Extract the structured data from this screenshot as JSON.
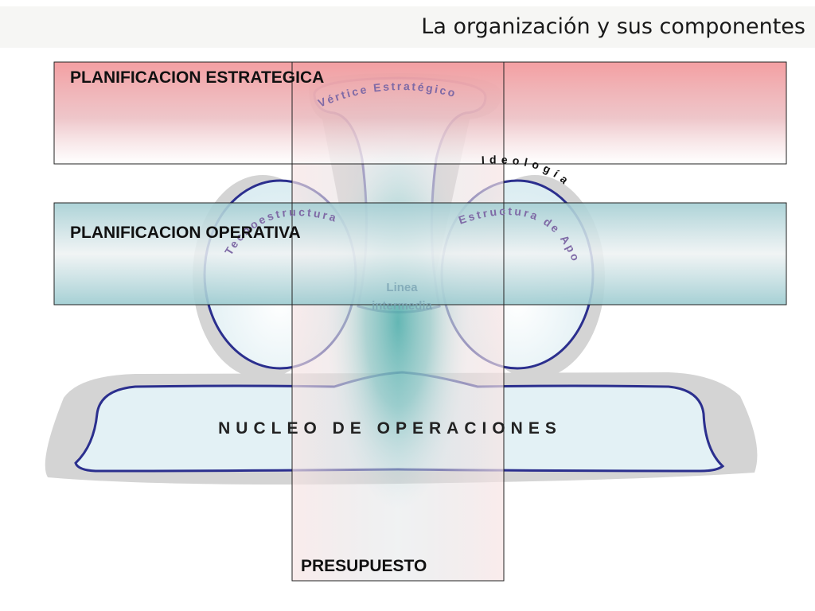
{
  "slide": {
    "title": "La organización y sus componentes"
  },
  "mintzberg": {
    "strategic_apex": "Vértice Estratégico",
    "technostructure": "Tecnoestructura",
    "support_staff": "Estructura de Apoyo",
    "middle_line_1": "Linea",
    "middle_line_2": "intermedia",
    "ideology": "Ideología",
    "operating_core": "NUCLEO DE OPERACIONES"
  },
  "overlays": {
    "strategic_planning": "PLANIFICACION ESTRATEGICA",
    "operational_planning": "PLANIFICACION OPERATIVA",
    "budget": "PRESUPUESTO"
  },
  "colors": {
    "outline_blue": "#2b2f8e",
    "shape_fill": "#e6f3f6",
    "shadow_gray": "#d4d4d4",
    "strategic_band_top": "#f39a9d",
    "operative_band": "#a9d2d6",
    "middle_line_teal": "#139c96",
    "budget_band": "#f8dede"
  }
}
